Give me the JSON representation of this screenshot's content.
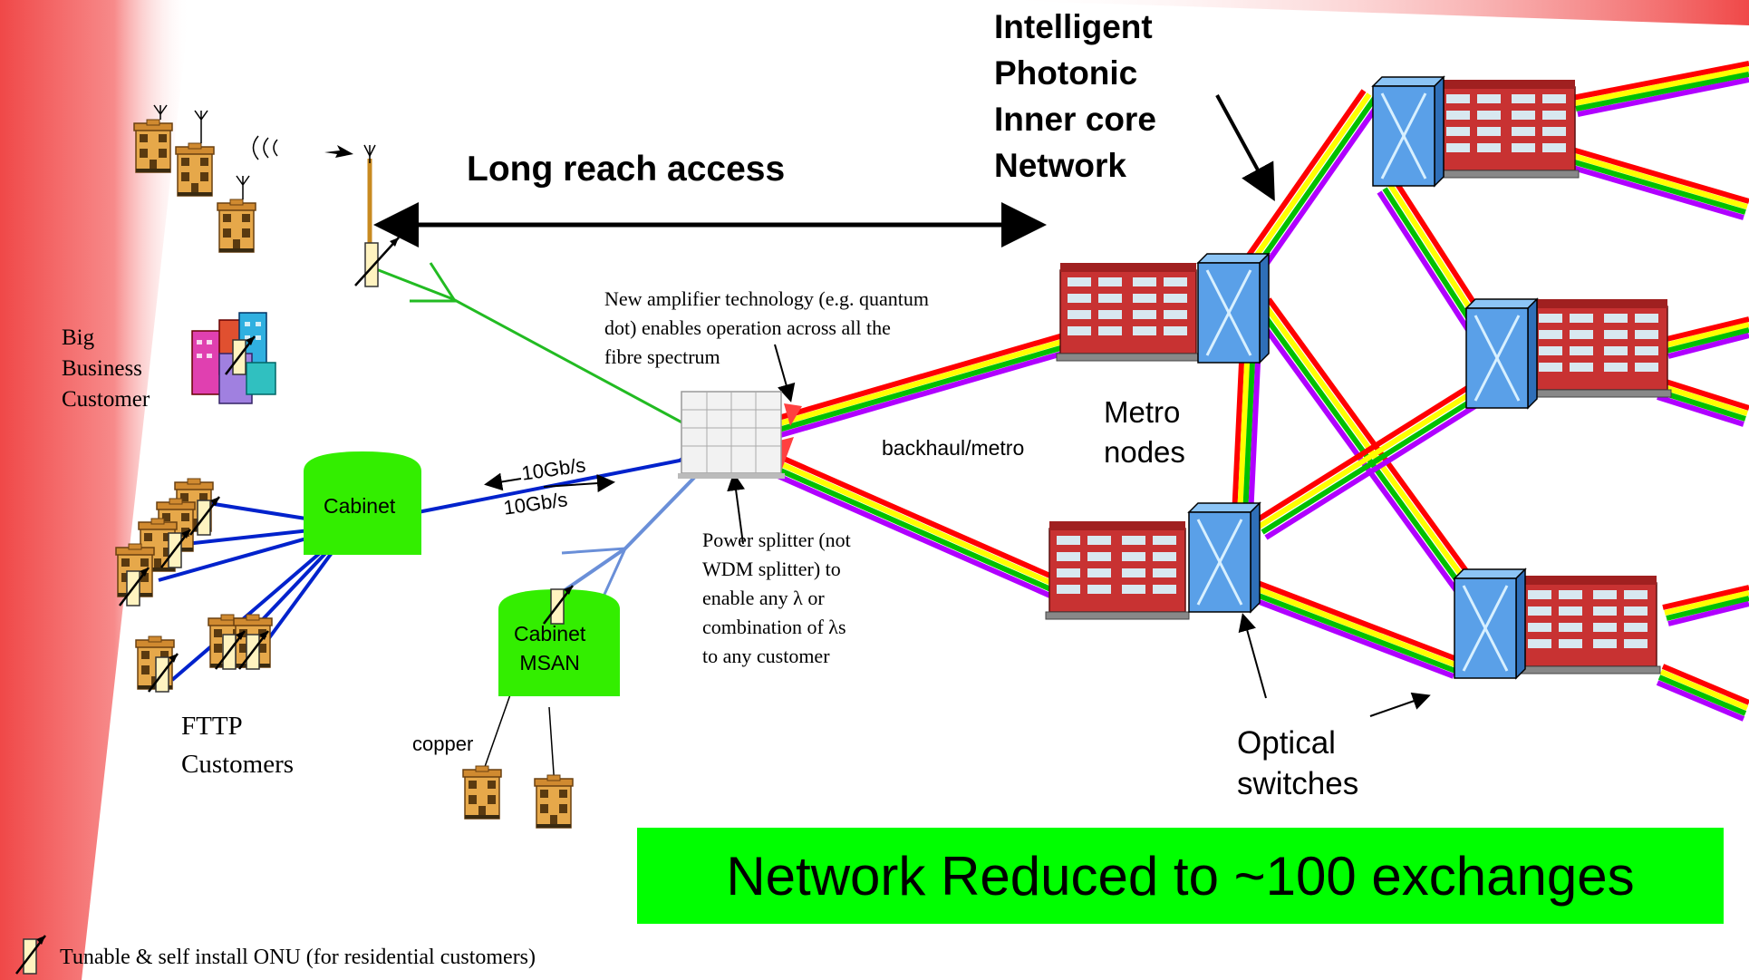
{
  "titles": {
    "long_reach": "Long reach access",
    "core": [
      "Intelligent",
      "Photonic",
      "Inner core",
      "Network"
    ]
  },
  "labels": {
    "big_business": [
      "Big",
      "Business",
      "Customer"
    ],
    "cabinet": "Cabinet",
    "cabinet_msan": [
      "Cabinet",
      "MSAN"
    ],
    "rate_up": "10Gb/s",
    "rate_down": "10Gb/s",
    "copper": "copper",
    "fttp": [
      "FTTP",
      "Customers"
    ],
    "amplifier_note": [
      "New amplifier technology (e.g. quantum",
      "dot) enables operation across all the",
      "fibre spectrum"
    ],
    "splitter_note": [
      "Power splitter (not",
      "WDM splitter) to",
      "enable any λ or",
      "combination of λs",
      "to any customer"
    ],
    "backhaul": "backhaul/metro",
    "metro_nodes": [
      "Metro",
      "nodes"
    ],
    "optical_switches": [
      "Optical",
      "switches"
    ],
    "legend": "Tunable & self install ONU (for residential customers)"
  },
  "banner": "Network Reduced to ~100 exchanges",
  "colors": {
    "fibre_spectrum": [
      "#ff0000",
      "#ffff00",
      "#00c000",
      "#b000ff"
    ],
    "green_fibre": "#22bb22",
    "blue_fibre": "#0022cc",
    "light_blue_fibre": "#6a8fd8",
    "cabinet": "#33ee00",
    "banner": "#00ff00",
    "switch": "#5aa0e8",
    "building": "#cc3333",
    "house": "#e0a040",
    "left_band": "#f05050"
  }
}
